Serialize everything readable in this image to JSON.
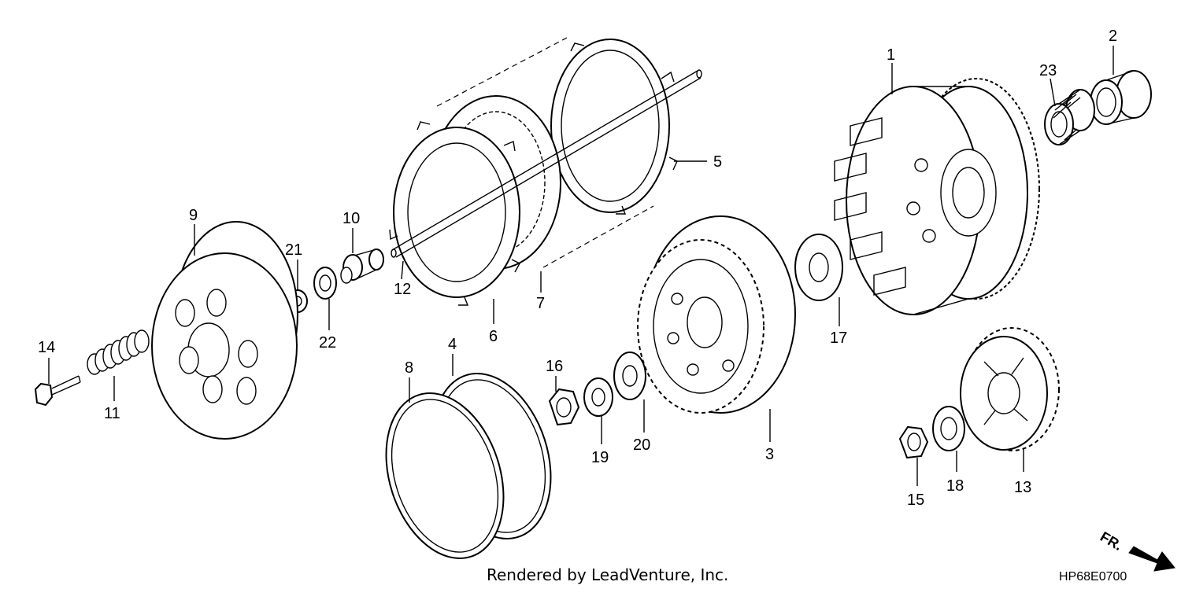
{
  "callouts": {
    "p1": "1",
    "p2": "2",
    "p3": "3",
    "p4": "4",
    "p5": "5",
    "p6": "6",
    "p7": "7",
    "p8": "8",
    "p9": "9",
    "p10": "10",
    "p11": "11",
    "p12": "12",
    "p13": "13",
    "p14": "14",
    "p15": "15",
    "p16": "16",
    "p17": "17",
    "p18": "18",
    "p19": "19",
    "p20": "20",
    "p21": "21",
    "p22": "22",
    "p23": "23"
  },
  "footer": {
    "credit": "Rendered by LeadVenture, Inc.",
    "diagram_code": "HP68E0700",
    "direction_label": "FR."
  }
}
